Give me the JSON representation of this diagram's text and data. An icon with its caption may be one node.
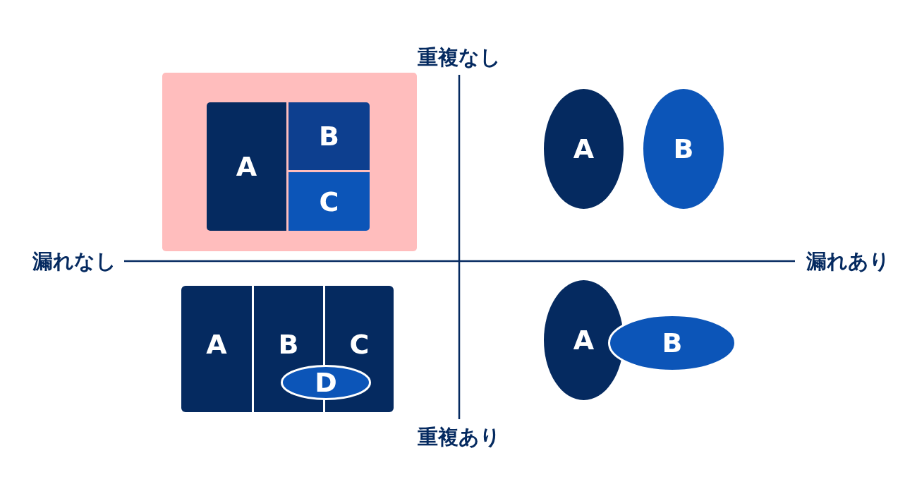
{
  "diagram": {
    "nodes": [
      {
        "text": [],
        "shape": "box"
      },
      {
        "text": [
          "A"
        ],
        "in": 0
      },
      {
        "text": [
          "B"
        ],
        "in": 0
      },
      {
        "text": [
          "C"
        ],
        "in": 0
      },
      {
        "text": [
          "A"
        ]
      },
      {
        "text": [
          "B"
        ]
      },
      {
        "text": [],
        "shape": "box"
      },
      {
        "text": [
          "A"
        ],
        "in": 6
      },
      {
        "text": [
          "B"
        ],
        "in": 6
      },
      {
        "text": [
          "C"
        ],
        "in": 6
      },
      {
        "text": [
          "D"
        ],
        "in": 6
      },
      {
        "text": [
          "A"
        ]
      },
      {
        "text": [
          "B"
        ]
      }
    ],
    "labels": [
      "重複なし",
      "漏れなし",
      "漏れあり",
      "重複あり"
    ]
  }
}
